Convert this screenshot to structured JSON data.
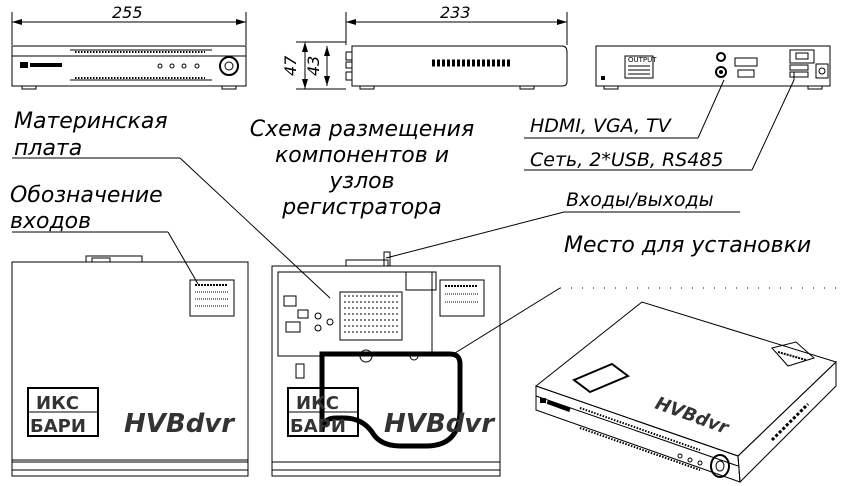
{
  "dimensions": {
    "front_width": "255",
    "side_depth": "233",
    "height_outer": "47",
    "height_inner": "43"
  },
  "labels": {
    "motherboard_line1": "Материнская",
    "motherboard_line2": "плата",
    "inputs_marking_line1": "Обозначение",
    "inputs_marking_line2": "входов",
    "scheme_line1": "Схема размещения",
    "scheme_line2": "компонентов и",
    "scheme_line3": "узлов",
    "scheme_line4": "регистратора",
    "video_outputs": "HDMI, VGA, TV",
    "network_ports": "Сеть, 2*USB, RS485",
    "io": "Входы/выходы",
    "install_place": "Место для установки"
  },
  "brand": {
    "product_logo": "HVBdvr",
    "maker_logo_top": "ИКС",
    "maker_logo_bottom": "БАРИ",
    "back_label": "OUTPUT"
  }
}
